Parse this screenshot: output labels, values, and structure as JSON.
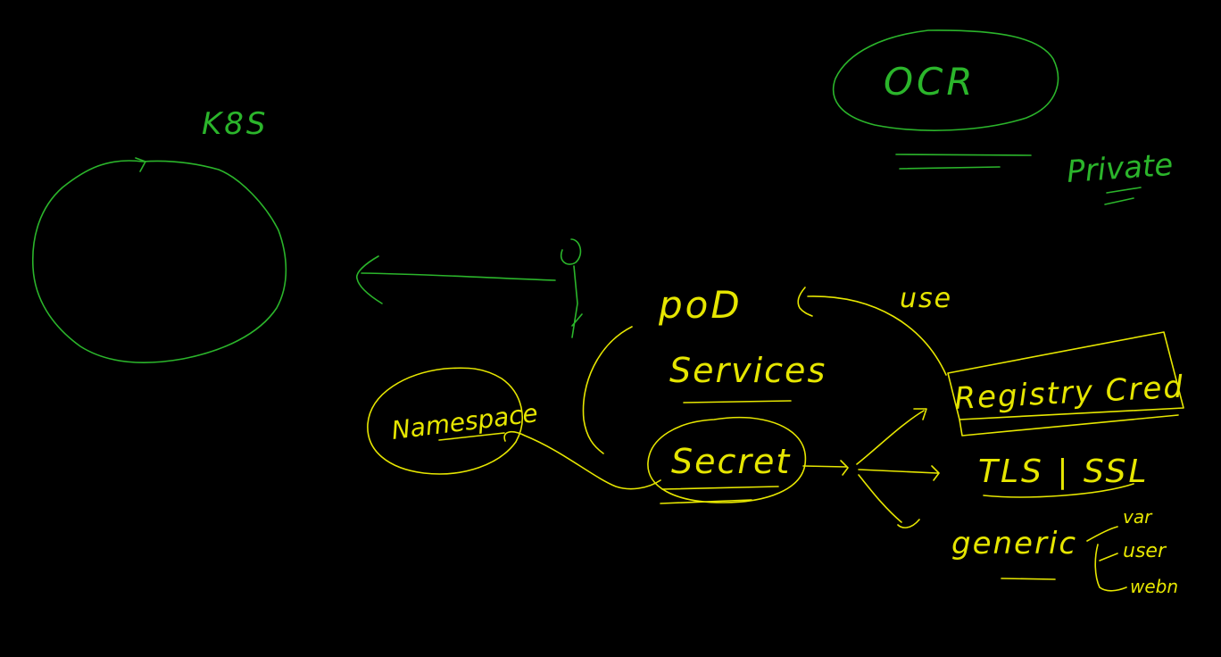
{
  "colors": {
    "background": "#000000",
    "green_ink": "#2bb52b",
    "yellow_ink": "#e6e600"
  },
  "labels": {
    "k8s": "K8S",
    "ocr": "OCR",
    "private": "Private",
    "pod": "poD",
    "services": "Services",
    "use": "use",
    "namespace": "Namespace",
    "secret": "Secret",
    "registry_cred": "Registry Cred",
    "tls_ssl": "TLS | SSL",
    "generic": "generic",
    "var": "var",
    "user": "user",
    "webn": "webn"
  }
}
